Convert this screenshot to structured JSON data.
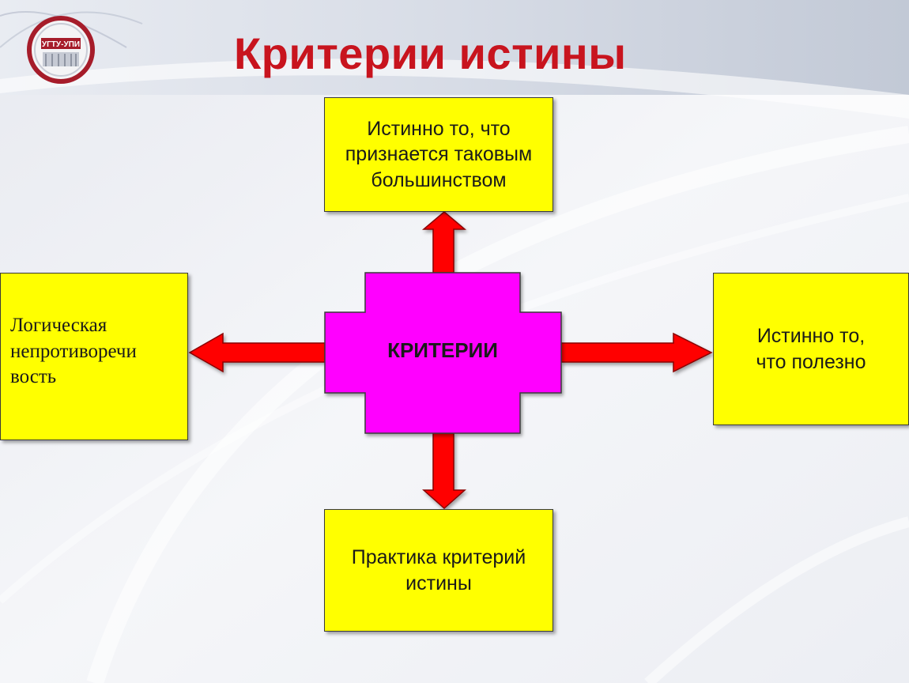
{
  "title": "Критерии истины",
  "center": {
    "label": "КРИТЕРИИ"
  },
  "boxes": {
    "top": "Истинно то, что\nпризнается таковым\nбольшинством",
    "right": "Истинно то,\nчто полезно",
    "bottom": "Практика критерий\nистины",
    "left": "Логическая\nнепротиворечи\nвость"
  },
  "colors": {
    "title": "#c8141e",
    "box_fill": "#ffff00",
    "center_fill": "#ff00ff",
    "arrow_fill": "#ff0000"
  },
  "logo": {
    "text": "УГТУ-УПИ"
  }
}
